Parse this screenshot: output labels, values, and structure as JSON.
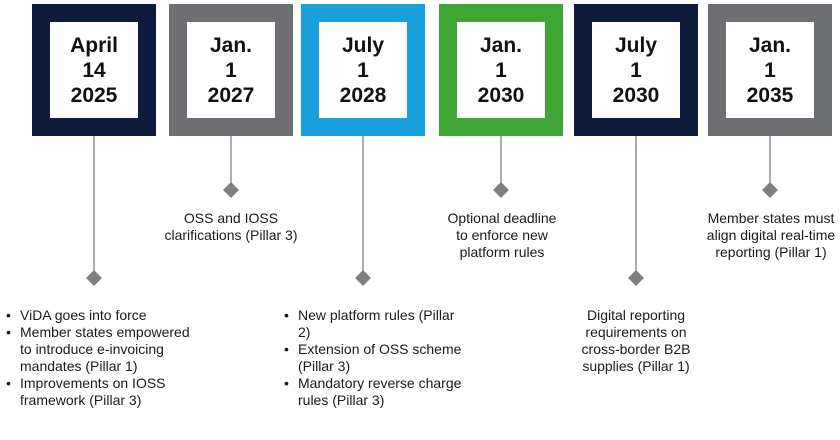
{
  "colors": {
    "navy": "#0e1b3d",
    "gray": "#6e6f72",
    "blue": "#1aa0dd",
    "green": "#3fa535",
    "connector": "#7f7f7f"
  },
  "milestones": [
    {
      "id": "april-2025",
      "color": "#0e1b3d",
      "date_lines": [
        "April",
        "14",
        "2025"
      ],
      "label_position": "bottom",
      "bullets": [
        "ViDA goes into force",
        "Member states empowered to introduce e-invoicing mandates (Pillar 1)",
        "Improvements on IOSS framework (Pillar 3)"
      ]
    },
    {
      "id": "jan-2027",
      "color": "#6e6f72",
      "date_lines": [
        "Jan.",
        "1",
        "2027"
      ],
      "label_position": "top",
      "text": "OSS and IOSS clarifications (Pillar 3)"
    },
    {
      "id": "july-2028",
      "color": "#1aa0dd",
      "date_lines": [
        "July",
        "1",
        "2028"
      ],
      "label_position": "bottom",
      "bullets": [
        "New platform rules (Pillar 2)",
        "Extension of OSS scheme (Pillar 3)",
        "Mandatory reverse charge rules (Pillar 3)"
      ]
    },
    {
      "id": "jan-2030",
      "color": "#3fa535",
      "date_lines": [
        "Jan.",
        "1",
        "2030"
      ],
      "label_position": "top",
      "text": "Optional deadline to enforce new platform rules"
    },
    {
      "id": "july-2030",
      "color": "#0e1b3d",
      "date_lines": [
        "July",
        "1",
        "2030"
      ],
      "label_position": "bottom",
      "text": "Digital reporting requirements on cross-border B2B supplies (Pillar 1)"
    },
    {
      "id": "jan-2035",
      "color": "#6e6f72",
      "date_lines": [
        "Jan.",
        "1",
        "2035"
      ],
      "label_position": "top",
      "text": "Member states must align digital real-time reporting (Pillar 1)"
    }
  ]
}
